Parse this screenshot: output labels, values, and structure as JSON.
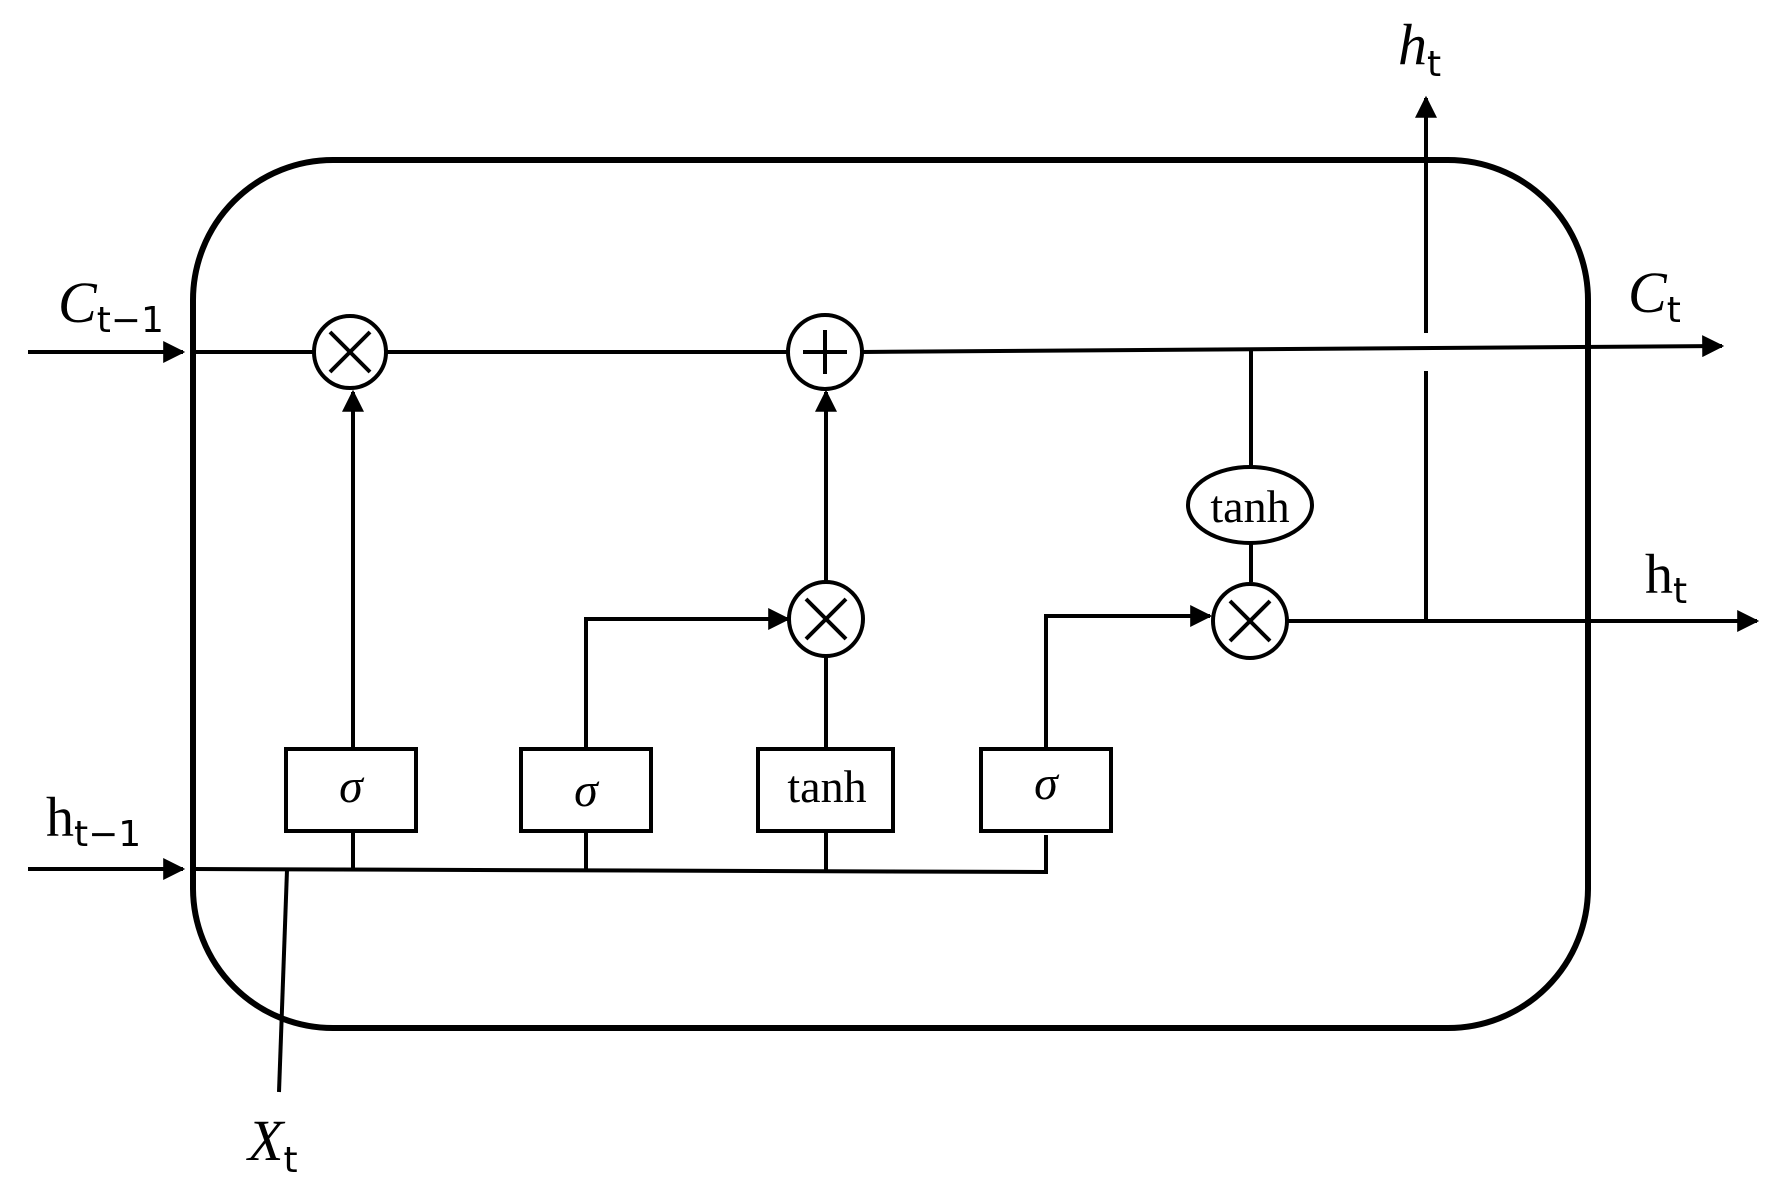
{
  "diagram": {
    "inputs": {
      "cell_prev": {
        "base": "C",
        "sub": "t−1"
      },
      "hidden_prev": {
        "base": "h",
        "sub": "t−1"
      },
      "x_input": {
        "base": "X",
        "sub": "t"
      }
    },
    "outputs": {
      "cell_out": {
        "base": "C",
        "sub": "t"
      },
      "hidden_out_right": {
        "base": "h",
        "sub": "t"
      },
      "hidden_out_top": {
        "base": "h",
        "sub": "t"
      }
    },
    "gates": {
      "forget": "σ",
      "input": "σ",
      "candidate": "tanh",
      "output": "σ"
    },
    "ops": {
      "forget_multiply": "×",
      "input_multiply": "×",
      "cell_add": "+",
      "output_multiply": "×",
      "output_tanh": "tanh"
    }
  }
}
